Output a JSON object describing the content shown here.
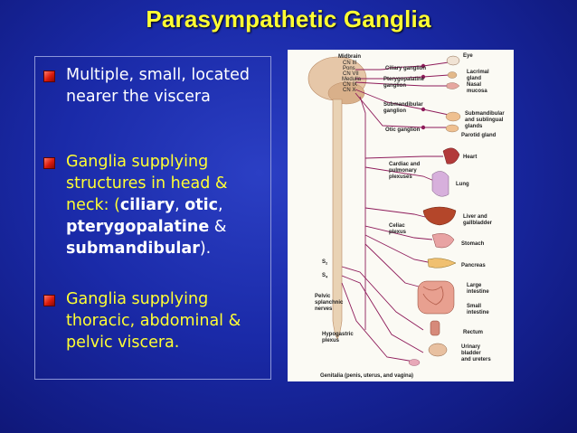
{
  "title": "Parasympathetic Ganglia",
  "bullets": [
    {
      "text": "Multiple, small, located nearer the viscera"
    },
    {
      "pre": "Ganglia supplying structures in head & neck: (",
      "t1": "ciliary",
      "s1": ", ",
      "t2": "otic",
      "s2": ", ",
      "t3": "pterygopalatine",
      "s3": " & ",
      "t4": "submandibular",
      "post": ")."
    },
    {
      "text": "Ganglia supplying thoracic, abdominal & pelvic viscera."
    }
  ],
  "figure": {
    "labels": {
      "midbrain": "Midbrain",
      "cn3": "CN III",
      "pons": "Pons",
      "cn7": "CN VII",
      "medulla": "Medulla",
      "cn9": "CN IX",
      "cn10": "CN X",
      "ciliary": "Ciliary ganglion",
      "ptery1": "Pterygopalatine",
      "ptery2": "ganglion",
      "submand1": "Submandibular",
      "submand2": "ganglion",
      "otic": "Otic ganglion",
      "cardiac1": "Cardiac and",
      "cardiac2": "pulmonary",
      "cardiac3": "plexuses",
      "celiac1": "Celiac",
      "celiac2": "plexus",
      "s2": "S",
      "s4": "S",
      "s2sub": "2",
      "s4sub": "4",
      "pelvic1": "Pelvic",
      "pelvic2": "splanchnic",
      "pelvic3": "nerves",
      "hypo1": "Hypogastric",
      "hypo2": "plexus",
      "genitalia": "Genitalia (penis, uterus, and vagina)",
      "eye": "Eye",
      "lacrimal1": "Lacrimal",
      "lacrimal2": "gland",
      "nasal1": "Nasal",
      "nasal2": "mucosa",
      "smg1": "Submandibular",
      "smg2": "and sublingual",
      "smg3": "glands",
      "parotid": "Parotid gland",
      "heart": "Heart",
      "lung": "Lung",
      "liver1": "Liver and",
      "liver2": "gallbladder",
      "stomach": "Stomach",
      "pancreas": "Pancreas",
      "large1": "Large",
      "large2": "intestine",
      "small1": "Small",
      "small2": "intestine",
      "rectum": "Rectum",
      "urinary1": "Urinary",
      "urinary2": "bladder",
      "urinary3": "and ureters"
    }
  }
}
